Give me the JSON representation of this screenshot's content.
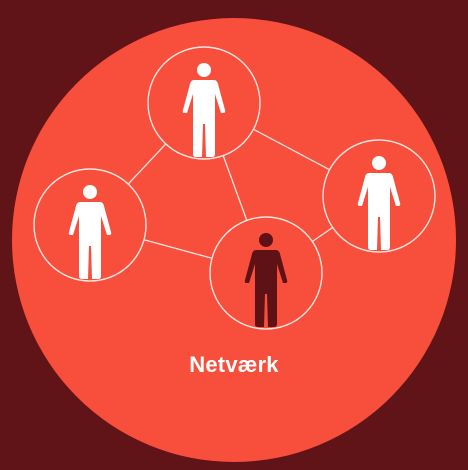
{
  "diagram": {
    "label": "Netværk",
    "colors": {
      "background": "#601417",
      "main_circle": "#f84e3c",
      "outline": "#fbe6e2",
      "person_light": "#ffffff",
      "person_dark": "#5e1216"
    },
    "nodes": [
      {
        "id": "top",
        "icon": "person-icon",
        "tone": "light"
      },
      {
        "id": "left",
        "icon": "person-icon",
        "tone": "light"
      },
      {
        "id": "right",
        "icon": "person-icon",
        "tone": "light"
      },
      {
        "id": "bottom",
        "icon": "person-icon",
        "tone": "dark"
      }
    ],
    "links": [
      [
        "top",
        "left"
      ],
      [
        "top",
        "right"
      ],
      [
        "top",
        "bottom"
      ],
      [
        "left",
        "bottom"
      ],
      [
        "bottom",
        "right"
      ]
    ]
  }
}
